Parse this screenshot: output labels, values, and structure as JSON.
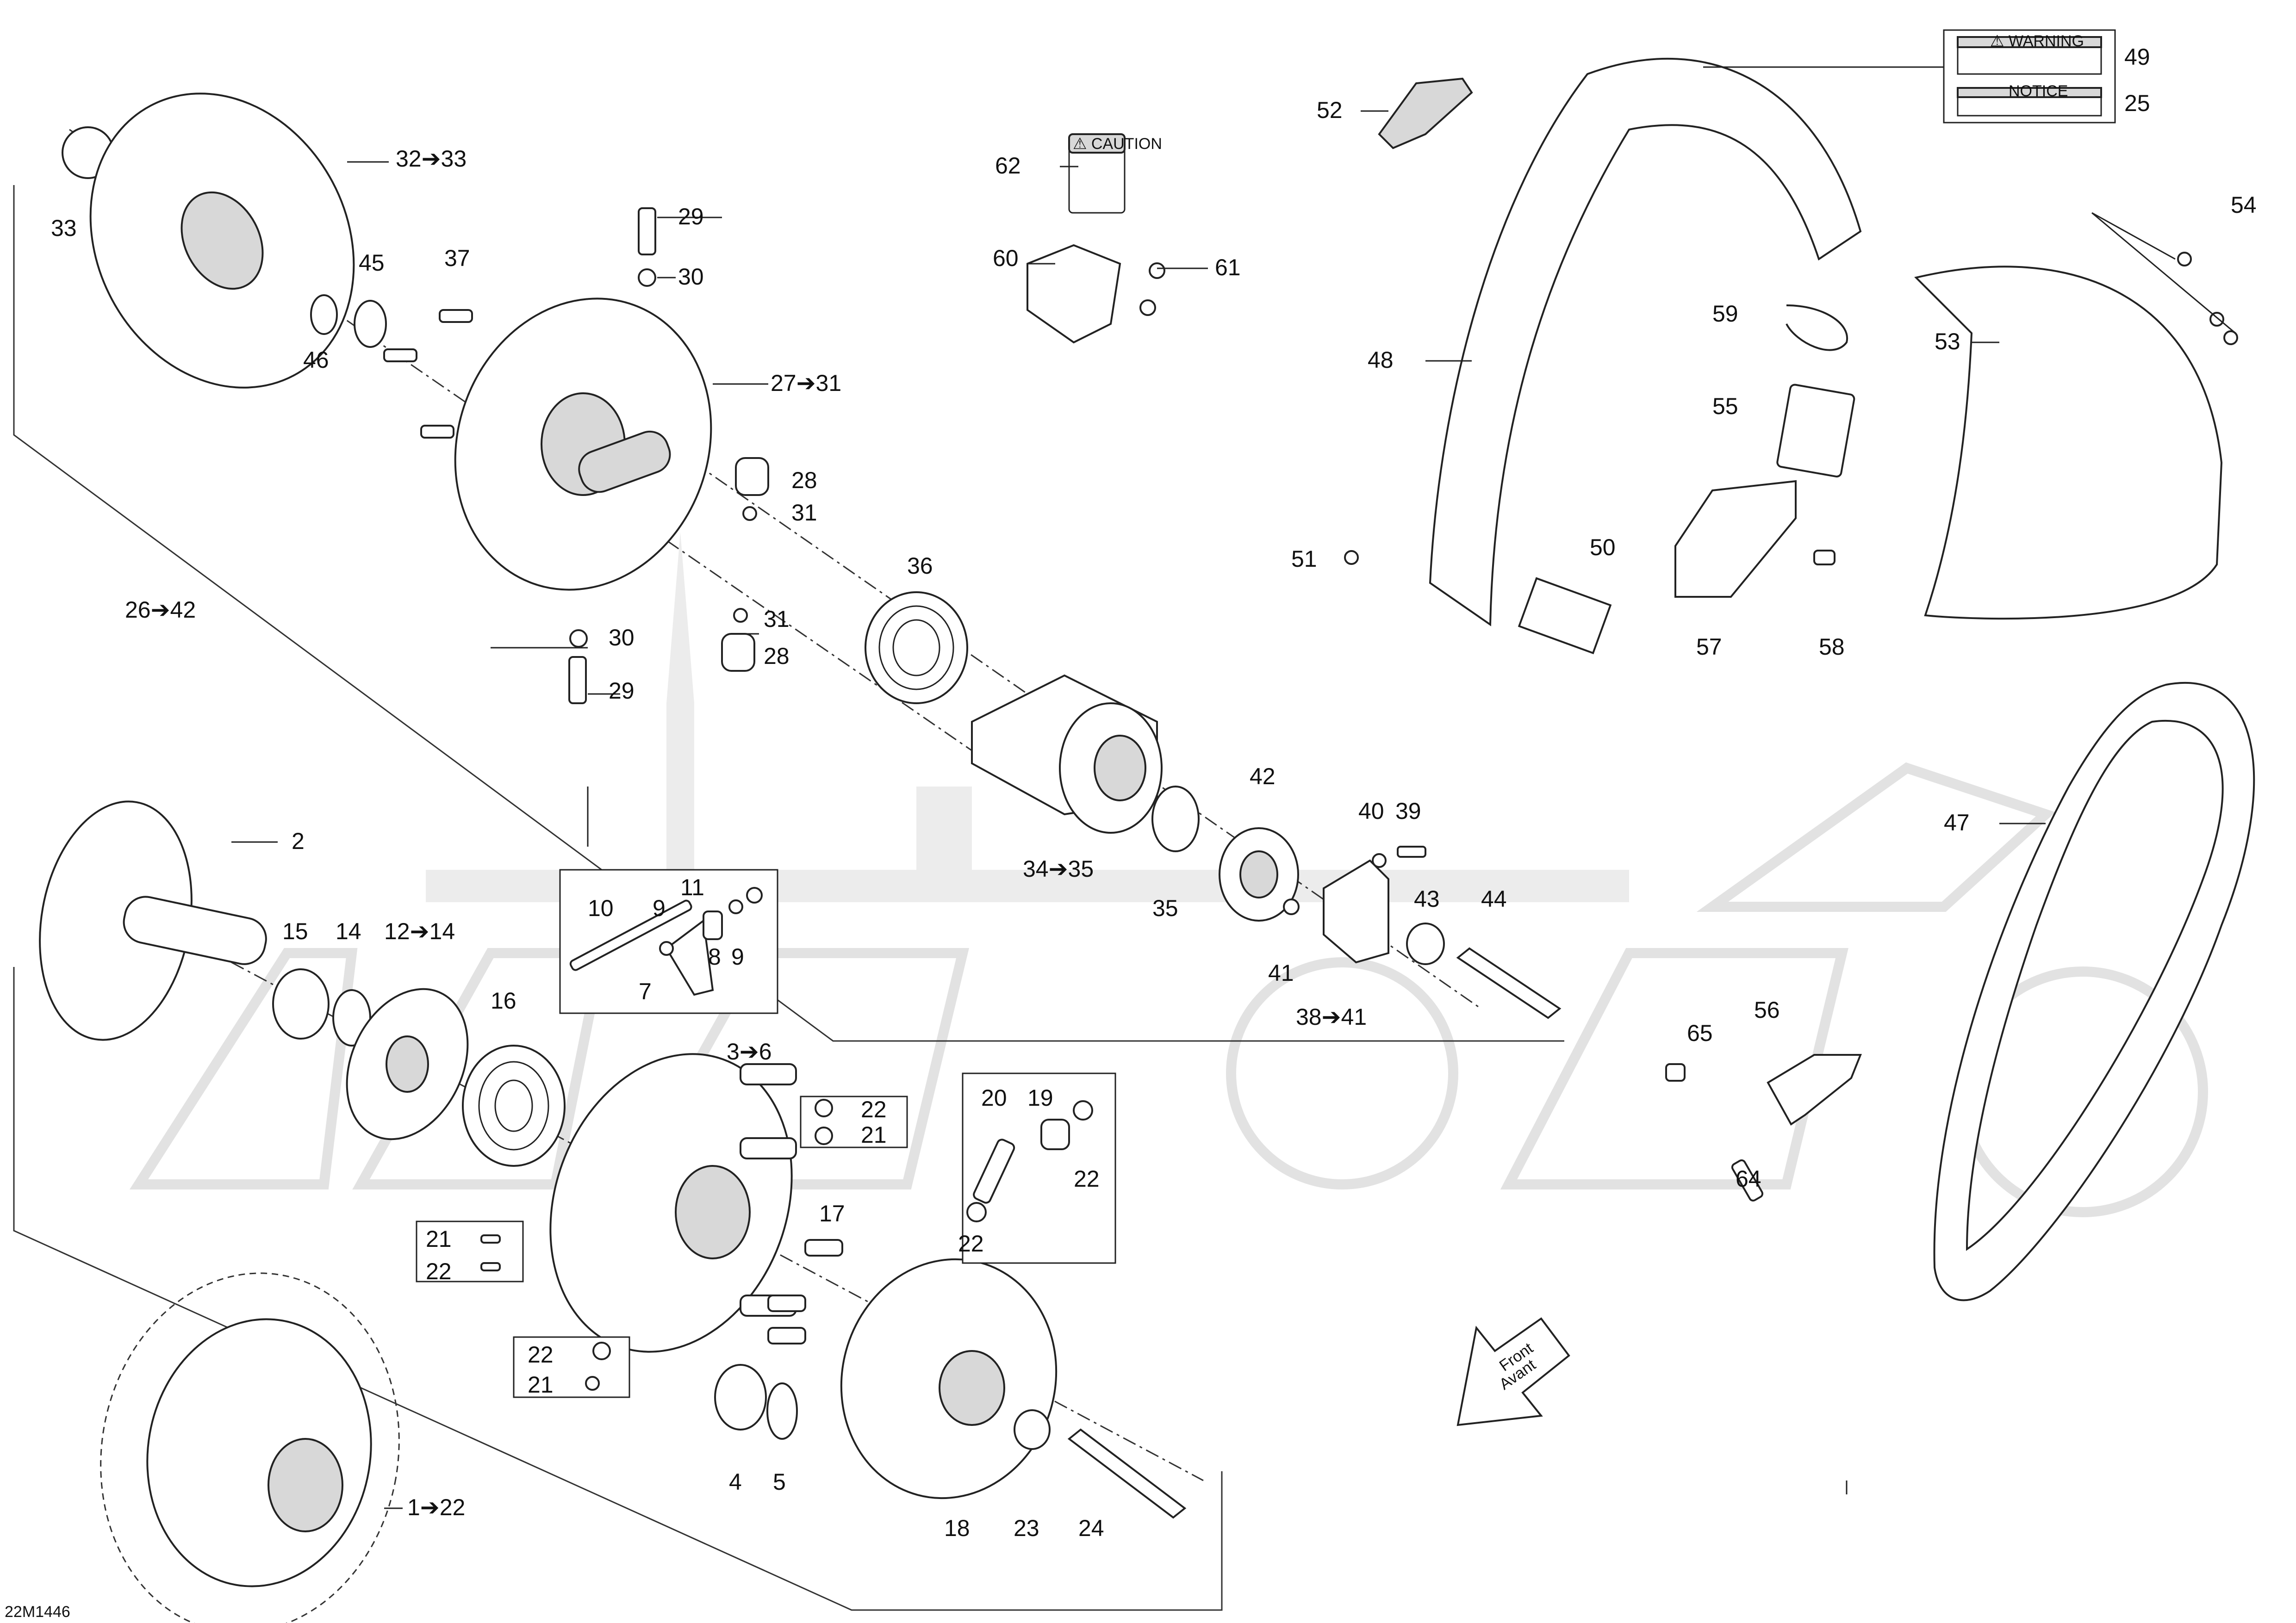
{
  "diagram_code": "22M1446",
  "front_arrow": {
    "line1": "Front",
    "line2": "Avant"
  },
  "decals": {
    "d62": {
      "heading": "⚠ CAUTION"
    },
    "d49": {
      "heading": "⚠ WARNING"
    },
    "d25": {
      "heading": "NOTICE"
    }
  },
  "callouts": [
    {
      "id": "c33",
      "text": "33"
    },
    {
      "id": "c32",
      "text": "32➔33"
    },
    {
      "id": "c46",
      "text": "46"
    },
    {
      "id": "c45",
      "text": "45"
    },
    {
      "id": "c37",
      "text": "37"
    },
    {
      "id": "c29a",
      "text": "29"
    },
    {
      "id": "c30a",
      "text": "30"
    },
    {
      "id": "c27",
      "text": "27➔31"
    },
    {
      "id": "c28a",
      "text": "28"
    },
    {
      "id": "c31a",
      "text": "31"
    },
    {
      "id": "c26",
      "text": "26➔42"
    },
    {
      "id": "c36",
      "text": "36"
    },
    {
      "id": "c31b",
      "text": "31"
    },
    {
      "id": "c28b",
      "text": "28"
    },
    {
      "id": "c30b",
      "text": "30"
    },
    {
      "id": "c29b",
      "text": "29"
    },
    {
      "id": "c62",
      "text": "62"
    },
    {
      "id": "c60",
      "text": "60"
    },
    {
      "id": "c61",
      "text": "61"
    },
    {
      "id": "c52",
      "text": "52"
    },
    {
      "id": "c49",
      "text": "49"
    },
    {
      "id": "c25",
      "text": "25"
    },
    {
      "id": "c54",
      "text": "54"
    },
    {
      "id": "c59",
      "text": "59"
    },
    {
      "id": "c48",
      "text": "48"
    },
    {
      "id": "c53",
      "text": "53"
    },
    {
      "id": "c55",
      "text": "55"
    },
    {
      "id": "c51",
      "text": "51"
    },
    {
      "id": "c50",
      "text": "50"
    },
    {
      "id": "c57",
      "text": "57"
    },
    {
      "id": "c58",
      "text": "58"
    },
    {
      "id": "c2",
      "text": "2"
    },
    {
      "id": "c15",
      "text": "15"
    },
    {
      "id": "c14",
      "text": "14"
    },
    {
      "id": "c12",
      "text": "12➔14"
    },
    {
      "id": "c10",
      "text": "10"
    },
    {
      "id": "c9a",
      "text": "9"
    },
    {
      "id": "c11",
      "text": "11"
    },
    {
      "id": "c8",
      "text": "8"
    },
    {
      "id": "c9b",
      "text": "9"
    },
    {
      "id": "c7",
      "text": "7"
    },
    {
      "id": "c16",
      "text": "16"
    },
    {
      "id": "c34",
      "text": "34➔35"
    },
    {
      "id": "c35",
      "text": "35"
    },
    {
      "id": "c42",
      "text": "42"
    },
    {
      "id": "c40",
      "text": "40"
    },
    {
      "id": "c39",
      "text": "39"
    },
    {
      "id": "c43",
      "text": "43"
    },
    {
      "id": "c44",
      "text": "44"
    },
    {
      "id": "c41",
      "text": "41"
    },
    {
      "id": "c38",
      "text": "38➔41"
    },
    {
      "id": "c47",
      "text": "47"
    },
    {
      "id": "c3",
      "text": "3➔6"
    },
    {
      "id": "c22a",
      "text": "22"
    },
    {
      "id": "c21a",
      "text": "21"
    },
    {
      "id": "c20",
      "text": "20"
    },
    {
      "id": "c19",
      "text": "19"
    },
    {
      "id": "c22b",
      "text": "22"
    },
    {
      "id": "c22c",
      "text": "22"
    },
    {
      "id": "c17",
      "text": "17"
    },
    {
      "id": "c21b",
      "text": "21"
    },
    {
      "id": "c22d",
      "text": "22"
    },
    {
      "id": "c22e",
      "text": "22"
    },
    {
      "id": "c21c",
      "text": "21"
    },
    {
      "id": "c56",
      "text": "56"
    },
    {
      "id": "c65",
      "text": "65"
    },
    {
      "id": "c64",
      "text": "64"
    },
    {
      "id": "c4",
      "text": "4"
    },
    {
      "id": "c5",
      "text": "5"
    },
    {
      "id": "c18",
      "text": "18"
    },
    {
      "id": "c23",
      "text": "23"
    },
    {
      "id": "c24",
      "text": "24"
    },
    {
      "id": "c1",
      "text": "1➔22"
    }
  ]
}
